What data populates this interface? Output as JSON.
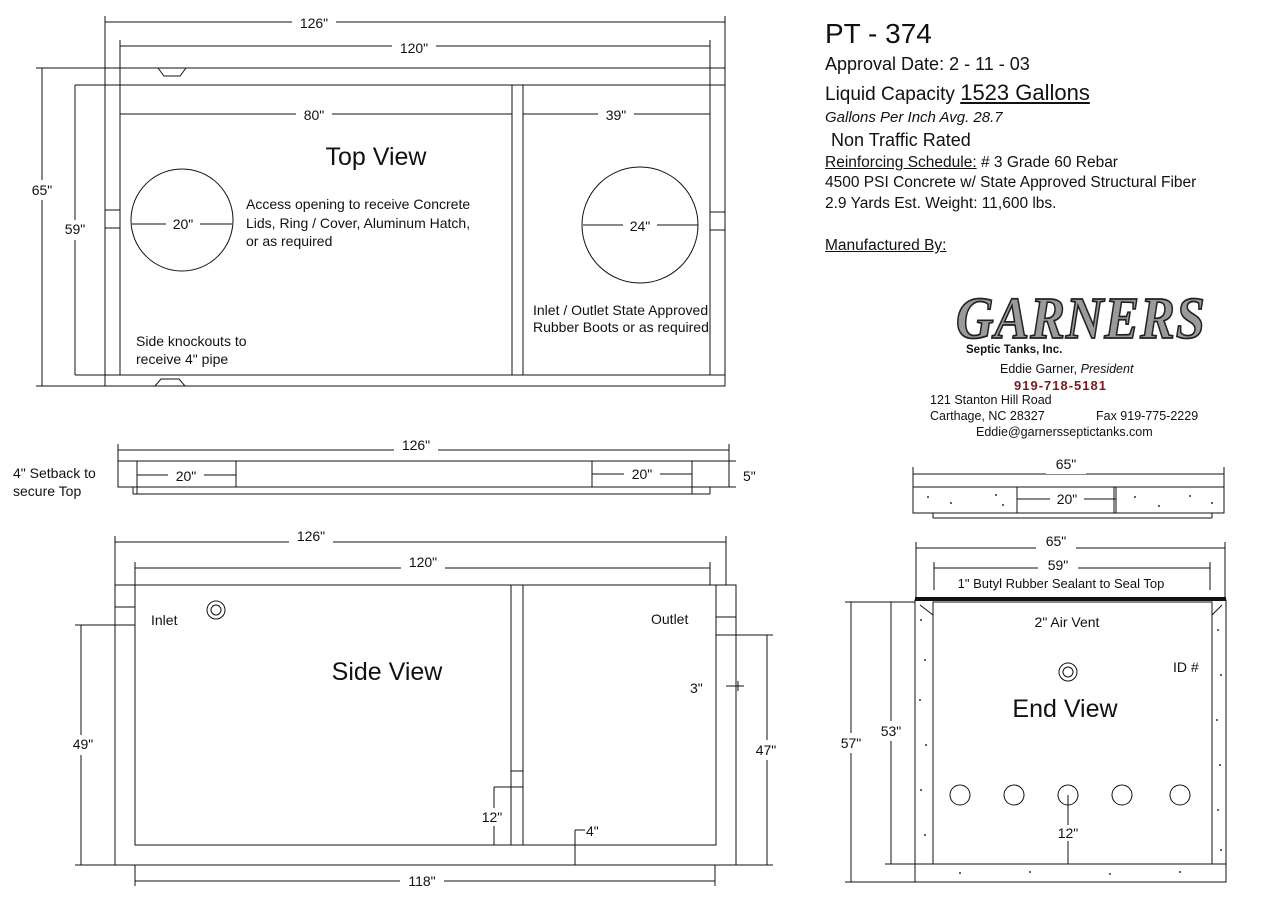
{
  "spec": {
    "model": "PT - 374",
    "approval_date": "Approval Date: 2 - 11 - 03",
    "capacity_label": "Liquid Capacity",
    "capacity_value": "1523 Gallons",
    "gallons_per_inch": "Gallons Per Inch Avg. 28.7",
    "traffic": "Non Traffic Rated",
    "reinforcing_label": "Reinforcing Schedule:",
    "reinforcing_value": "# 3 Grade 60 Rebar",
    "concrete": "4500 PSI Concrete w/ State Approved Structural Fiber",
    "weight": "2.9 Yards Est. Weight: 11,600 lbs.",
    "manufactured_by": "Manufactured By:"
  },
  "manufacturer": {
    "brand": "GARNERS",
    "company": "Septic Tanks, Inc.",
    "owner": "Eddie Garner,",
    "owner_title": "President",
    "phone": "919-718-5181",
    "address_line1": "121 Stanton Hill Road",
    "address_line2": "Carthage, NC 28327",
    "fax": "Fax 919-775-2229",
    "email": "Eddie@garnersseptictanks.com"
  },
  "top_view": {
    "title": "Top View",
    "dim_overall_length": "126\"",
    "dim_inner_length": "120\"",
    "dim_main_compartment": "80\"",
    "dim_second_compartment": "39\"",
    "dim_overall_width": "65\"",
    "dim_inner_width": "59\"",
    "opening_left": "20\"",
    "opening_right": "24\"",
    "note_access": [
      "Access opening to receive Concrete",
      "Lids, Ring / Cover, Aluminum Hatch,",
      "or as required"
    ],
    "note_inlet": [
      "Inlet / Outlet State Approved",
      "Rubber Boots or as required"
    ],
    "note_knockouts": [
      "Side knockouts to",
      "receive 4\" pipe"
    ]
  },
  "lid_side": {
    "dim_length": "126\"",
    "opening_left": "20\"",
    "opening_right": "20\"",
    "thickness": "5\"",
    "setback_note": [
      "4\" Setback to",
      "secure Top"
    ]
  },
  "lid_end": {
    "dim_width": "65\"",
    "opening": "20\""
  },
  "side_view": {
    "title": "Side View",
    "dim_overall_length": "126\"",
    "dim_inner_length": "120\"",
    "dim_bottom_length": "118\"",
    "inlet_label": "Inlet",
    "outlet_label": "Outlet",
    "dim_inlet_height": "49\"",
    "dim_outlet_height": "47\"",
    "dim_outlet_drop": "3\"",
    "dim_baffle_gap": "12\"",
    "dim_floor": "4\""
  },
  "end_view": {
    "title": "End View",
    "dim_outer_width": "65\"",
    "dim_inner_width": "59\"",
    "sealant_note": "1\" Butyl Rubber Sealant to Seal Top",
    "air_vent": "2\" Air Vent",
    "id_label": "ID #",
    "dim_overall_height": "57\"",
    "dim_inner_height": "53\"",
    "dim_hole_height": "12\""
  }
}
